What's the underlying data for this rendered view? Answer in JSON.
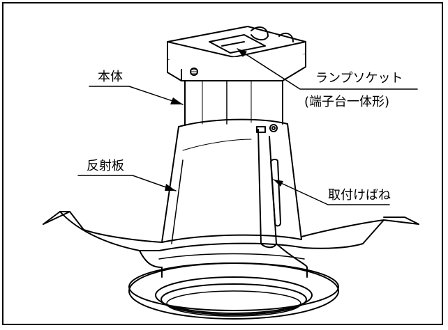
{
  "labels": {
    "body": "本体",
    "lamp_socket": "ランプソケット",
    "terminal_type": "(端子台一体形)",
    "reflector": "反射板",
    "mounting_spring": "取付けばね"
  },
  "colors": {
    "line": "#000000",
    "background": "#ffffff"
  }
}
